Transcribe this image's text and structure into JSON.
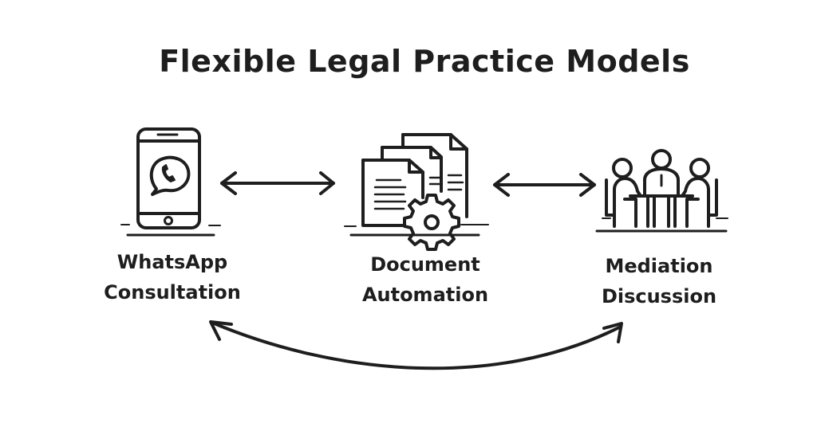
{
  "title": "Flexible Legal Practice Models",
  "nodes": [
    {
      "id": "whatsapp",
      "icon": "phone-whatsapp-icon",
      "label_lines": [
        "WhatsApp",
        "Consultation"
      ]
    },
    {
      "id": "document",
      "icon": "documents-gear-icon",
      "label_lines": [
        "Document",
        "Automation"
      ]
    },
    {
      "id": "mediation",
      "icon": "meeting-table-icon",
      "label_lines": [
        "Mediation",
        "Discussion"
      ]
    }
  ],
  "connections": [
    {
      "from": "whatsapp",
      "to": "document",
      "type": "bidirectional"
    },
    {
      "from": "document",
      "to": "mediation",
      "type": "bidirectional"
    },
    {
      "from": "whatsapp",
      "to": "mediation",
      "type": "bidirectional-curved"
    }
  ],
  "colors": {
    "ink": "#1e1e1e",
    "background": "#ffffff"
  }
}
